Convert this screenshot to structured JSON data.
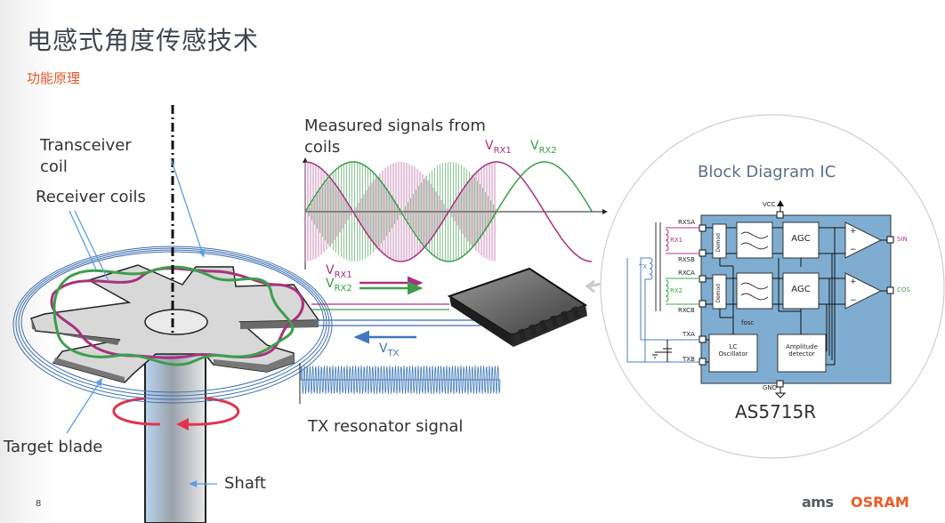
{
  "header": {
    "title": "电感式角度传感技术",
    "subtitle": "功能原理"
  },
  "labels": {
    "transceiver_coil": "Transceiver coil",
    "transceiver_coil_line1": "Transceiver",
    "transceiver_coil_line2": "coil",
    "receiver_coils": "Receiver coils",
    "target_blade": "Target blade",
    "shaft": "Shaft",
    "measured_signals_line1": "Measured signals from",
    "measured_signals_line2": "coils",
    "tx_resonator_signal": "TX resonator signal",
    "vrx1_main": "V",
    "vrx1_sub": "RX1",
    "vrx2_main": "V",
    "vrx2_sub": "RX2",
    "vtx_main": "V",
    "vtx_sub": "TX"
  },
  "block_diagram": {
    "title": "Block Diagram IC",
    "ic_name": "AS5715R",
    "pins": {
      "vcc": "VCC",
      "gnd": "GND",
      "rxsa": "RXSA",
      "rxsb": "RXSB",
      "rxca": "RXCA",
      "rxcb": "RXCB",
      "txa": "TXA",
      "txb": "TXB",
      "sin": "SIN",
      "cos": "COS"
    },
    "coils": {
      "rx1": "RX1",
      "rx2": "RX2",
      "tx": "TX"
    },
    "blocks": {
      "demod": "Demod",
      "agc": "AGC",
      "lc_osc_line1": "LC",
      "lc_osc_line2": "Oscillator",
      "amp_det_line1": "Amplitude",
      "amp_det_line2": "detector",
      "fosc": "fosc"
    },
    "colors": {
      "chip_bg": "#7fadd1",
      "rx1": "#b0338f",
      "rx2": "#3fa34d",
      "tx": "#4a7fbf"
    }
  },
  "colors": {
    "rx1": "#a8327f",
    "rx2": "#3c9e4c",
    "tx": "#3f78bb",
    "rotation_arrow": "#e0334f",
    "title": "#3d4650",
    "subtitle": "#e4572e",
    "osram": "#ee5a24"
  },
  "footer": {
    "page_number": "8",
    "logo_ams": "ams",
    "logo_osram": "OSRAM"
  }
}
